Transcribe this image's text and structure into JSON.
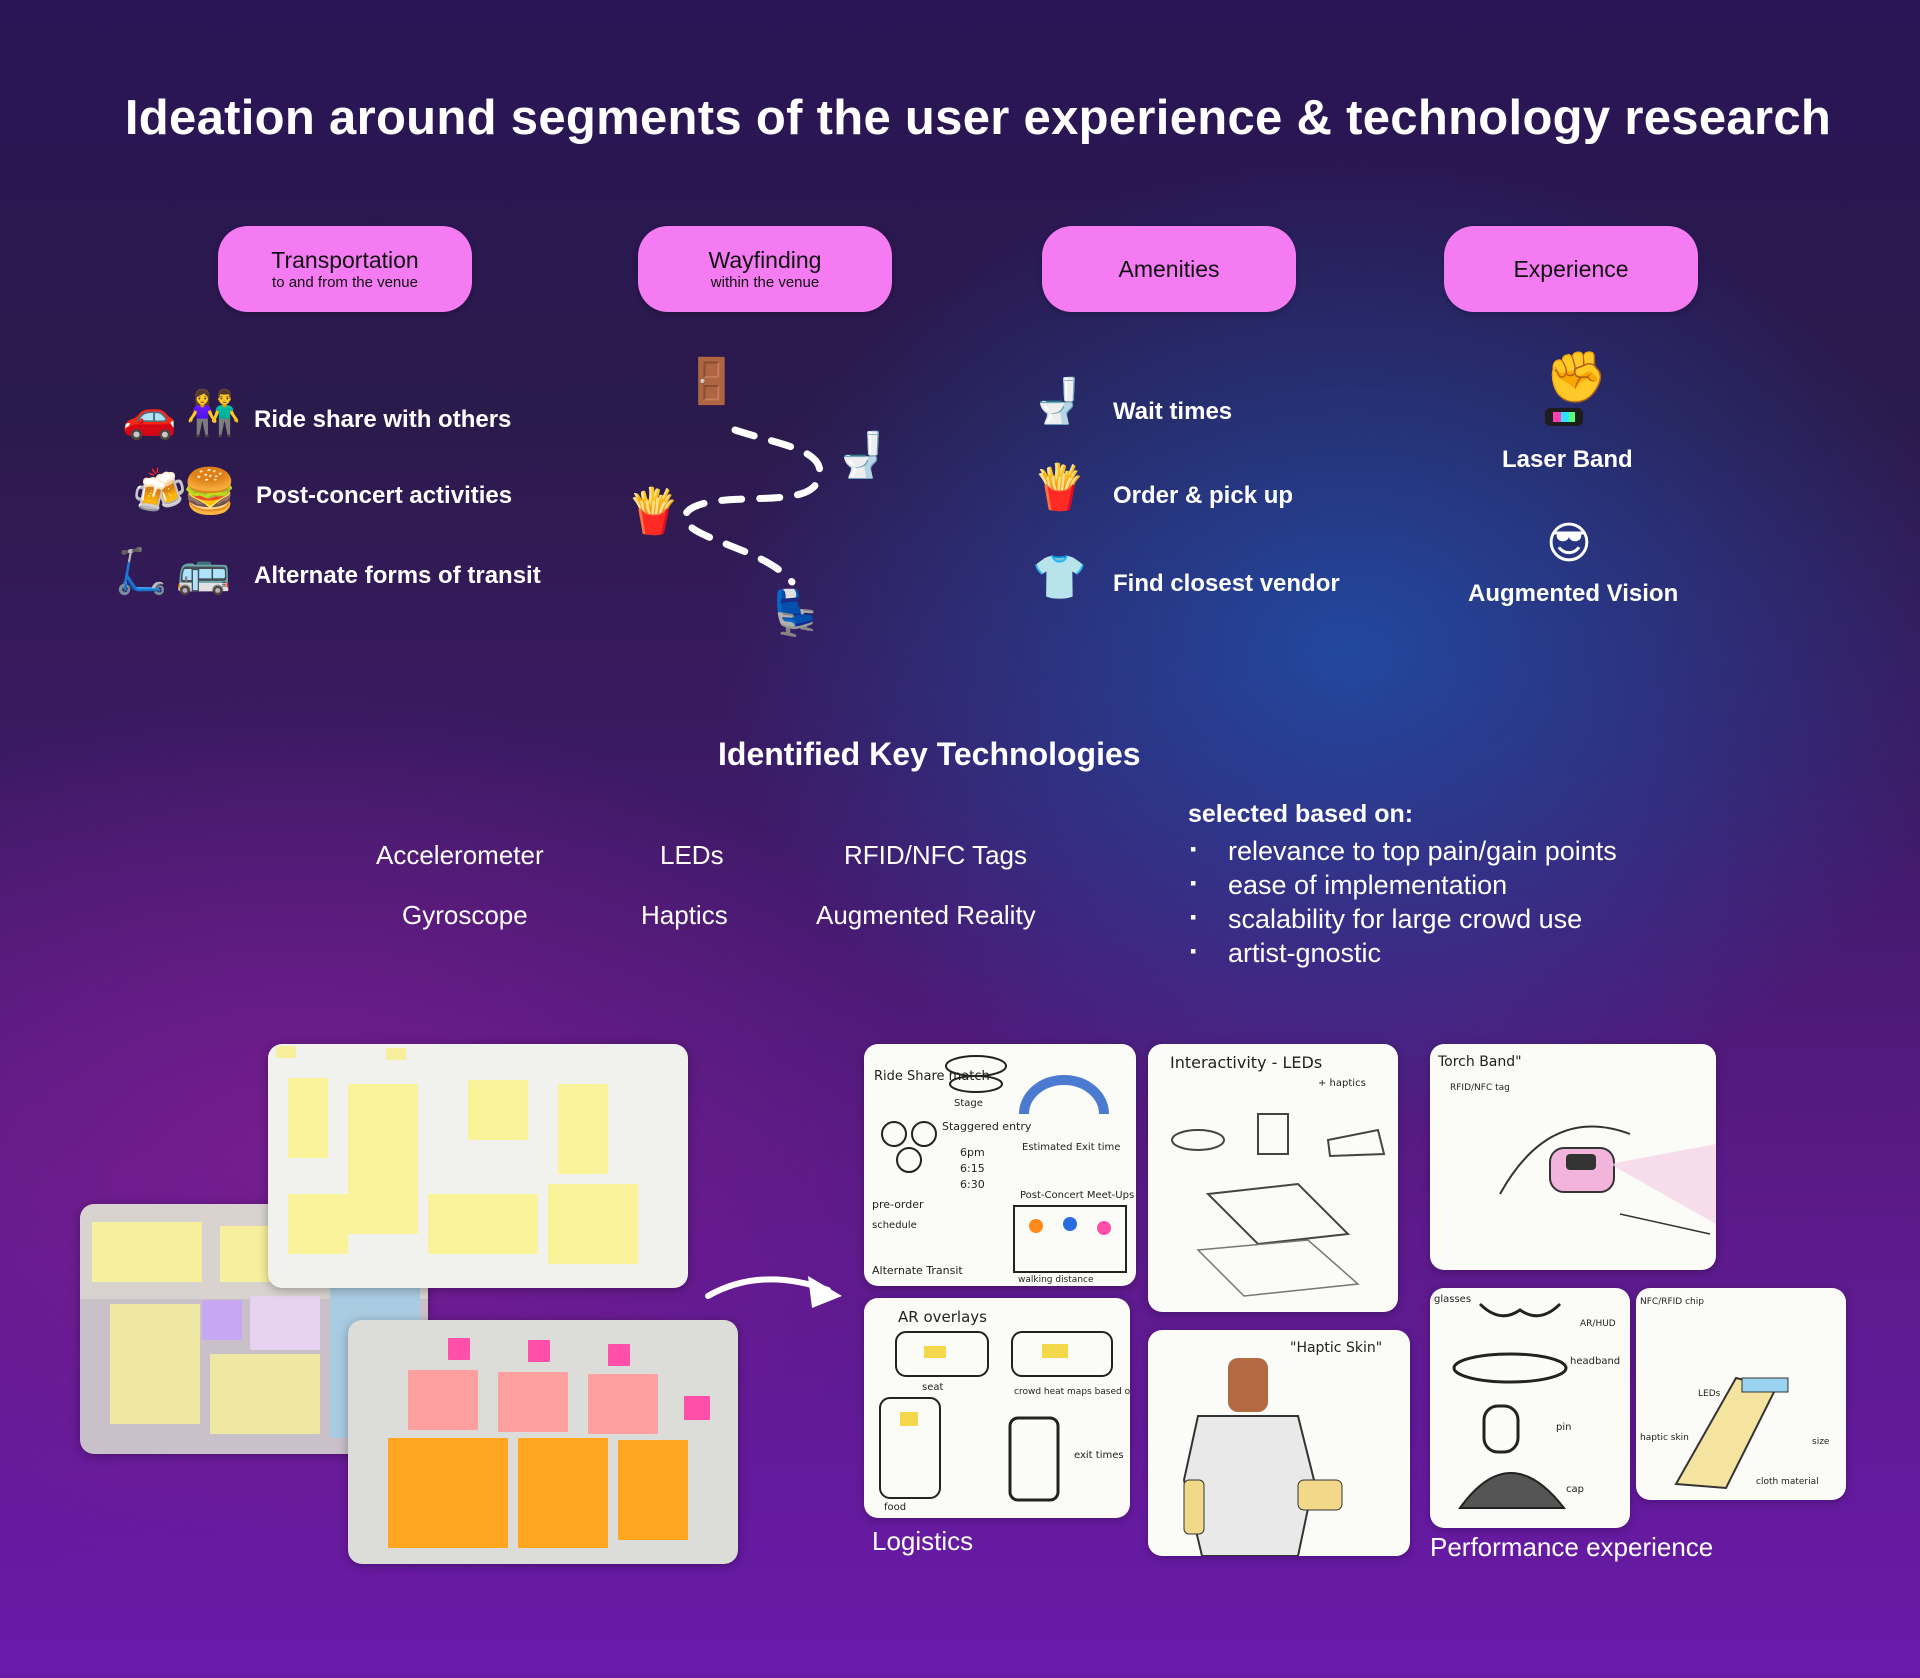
{
  "title": "Ideation around segments of the user experience & technology research",
  "segments": [
    {
      "label": "Transportation",
      "sub": "to and from the venue"
    },
    {
      "label": "Wayfinding",
      "sub": "within the venue"
    },
    {
      "label": "Amenities",
      "sub": ""
    },
    {
      "label": "Experience",
      "sub": ""
    }
  ],
  "transportation": {
    "items": [
      {
        "label": "Ride share with others",
        "icons": [
          "car-icon",
          "people-holding-hands-icon"
        ],
        "glyphs": [
          "🚗",
          "👫"
        ]
      },
      {
        "label": "Post-concert activities",
        "icons": [
          "beer-mugs-icon",
          "burger-icon"
        ],
        "glyphs": [
          "🍻",
          "🍔"
        ]
      },
      {
        "label": "Alternate forms of transit",
        "icons": [
          "scooter-icon",
          "bus-icon"
        ],
        "glyphs": [
          "🛴",
          "🚌"
        ]
      }
    ]
  },
  "wayfinding": {
    "icons": [
      "door-icon",
      "toilet-icon",
      "fries-icon",
      "seat-icon"
    ],
    "glyphs": {
      "door": "🚪",
      "toilet": "🚽",
      "fries": "🍟",
      "seat": "💺"
    }
  },
  "amenities": {
    "items": [
      {
        "label": "Wait times",
        "icon": "toilet-icon",
        "glyph": "🚽"
      },
      {
        "label": "Order & pick up",
        "icon": "fries-icon",
        "glyph": "🍟"
      },
      {
        "label": "Find closest vendor",
        "icon": "tshirt-icon",
        "glyph": "👕"
      }
    ]
  },
  "experience": {
    "items": [
      {
        "label": "Laser Band",
        "icon": "raised-fist-band-icon",
        "glyph": "✊"
      },
      {
        "label": "Augmented Vision",
        "icon": "sunglasses-face-icon",
        "glyph": "😎"
      }
    ]
  },
  "technologies": {
    "heading": "Identified Key Technologies",
    "items": [
      "Accelerometer",
      "LEDs",
      "RFID/NFC Tags",
      "Gyroscope",
      "Haptics",
      "Augmented Reality"
    ],
    "criteria_heading": "selected based on:",
    "criteria": [
      "relevance to top pain/gain points",
      "ease of implementation",
      "scalability for large crowd use",
      "artist-gnostic"
    ]
  },
  "sketches": {
    "logistics_caption": "Logistics",
    "performance_caption": "Performance experience",
    "sketch_texts": {
      "ride_share": "Ride Share match",
      "staggered": "Staggered entry",
      "times": [
        "6pm",
        "6:15",
        "6:30"
      ],
      "stage": "Stage",
      "preorder": "pre-order",
      "schedule": "schedule",
      "alt_transit": "Alternate Transit",
      "exit_time": "Estimated Exit time",
      "post_concert": "Post-Concert Meet-Ups",
      "walking": "walking distance",
      "ar_overlays": "AR overlays",
      "seat": "seat",
      "crowd_heat": "crowd heat maps based on CCTV cams",
      "exit_times": "exit times",
      "food": "food",
      "interactivity": "Interactivity - LEDs",
      "haptics_plus": "+ haptics",
      "haptic_skin": "\"Haptic Skin\"",
      "torch_band": "Torch Band\"",
      "rfid_tag": "RFID/NFC tag",
      "glasses": "glasses",
      "headband": "headband",
      "pin": "pin",
      "cap": "cap",
      "ar_hud": "AR/HUD",
      "nfc_chip": "NFC/RFID chip",
      "leds": "LEDs",
      "haptic_skin_label": "haptic skin",
      "size": "size",
      "cloth": "cloth material"
    }
  },
  "colors": {
    "pill": "#f47bf2",
    "sticky_yellow": "#fbf39a",
    "sticky_pink": "#ff4fa8",
    "sticky_orange": "#ffa51f"
  }
}
